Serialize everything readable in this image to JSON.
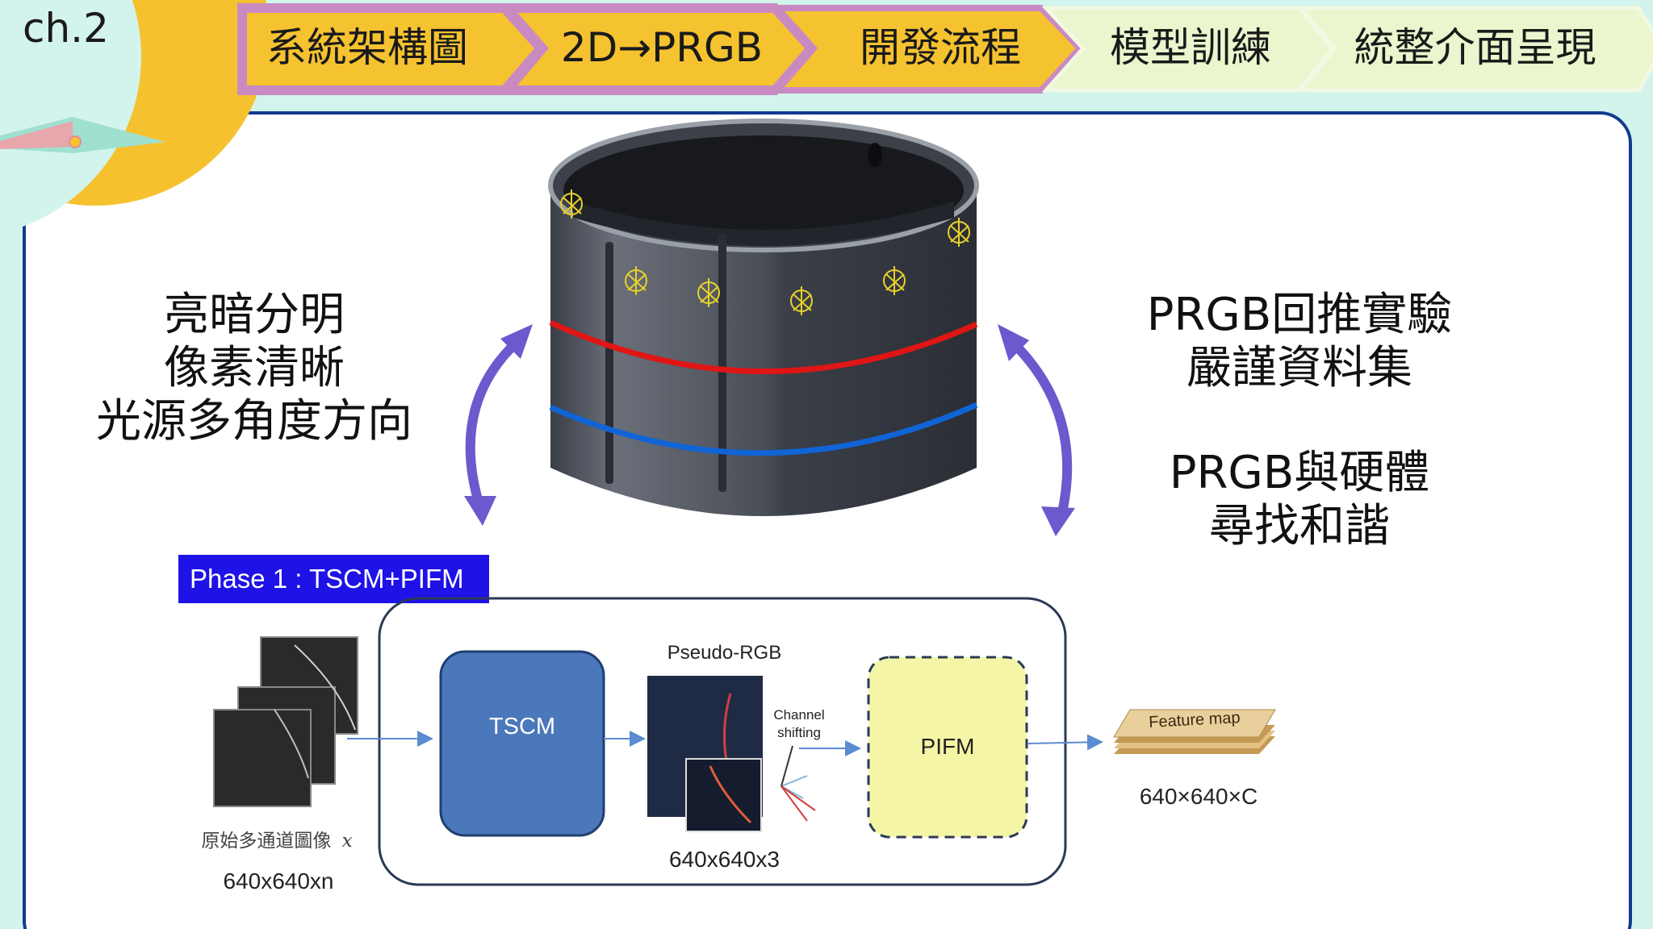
{
  "chapter": {
    "label": "ch.2"
  },
  "tabs": [
    {
      "label": "系統架構圖",
      "state": "visited"
    },
    {
      "label": "2D→PRGB",
      "state": "current"
    },
    {
      "label": "開發流程",
      "state": "upcoming"
    },
    {
      "label": "模型訓練",
      "state": "inactive"
    },
    {
      "label": "統整介面呈現",
      "state": "inactive"
    }
  ],
  "colors": {
    "background": "#d3f4ec",
    "chapter_circle": "#f6c12f",
    "tab_active": "#f5c230",
    "tab_border": "#c98ac2",
    "tab_inactive": "#e9f6ce",
    "panel_border": "#123a90",
    "arrow": "#6a5acd",
    "red_band": "#e01515",
    "blue_band": "#1064d6",
    "phase_label": "#1f12e6",
    "tscm_box": "#4b77bb",
    "pifm_box": "#f4f6a6"
  },
  "left_text": {
    "lines": [
      "亮暗分明",
      "像素清晰",
      "光源多角度方向"
    ]
  },
  "right_text": {
    "group1": [
      "PRGB回推實驗",
      "嚴謹資料集"
    ],
    "group2": [
      "PRGB與硬體",
      "尋找和諧"
    ]
  },
  "diagram": {
    "phase_label": "Phase 1 : TSCM+PIFM",
    "input_caption": "原始多通道圖像",
    "input_var": "x",
    "input_size": "640x640xn",
    "tscm_label": "TSCM",
    "pseudo_label": "Pseudo-RGB",
    "pseudo_size": "640x640x3",
    "channel_shift_line1": "Channel",
    "channel_shift_line2": "shifting",
    "pifm_label": "PIFM",
    "feature_label": "Feature map",
    "feature_size": "640×640×C"
  }
}
